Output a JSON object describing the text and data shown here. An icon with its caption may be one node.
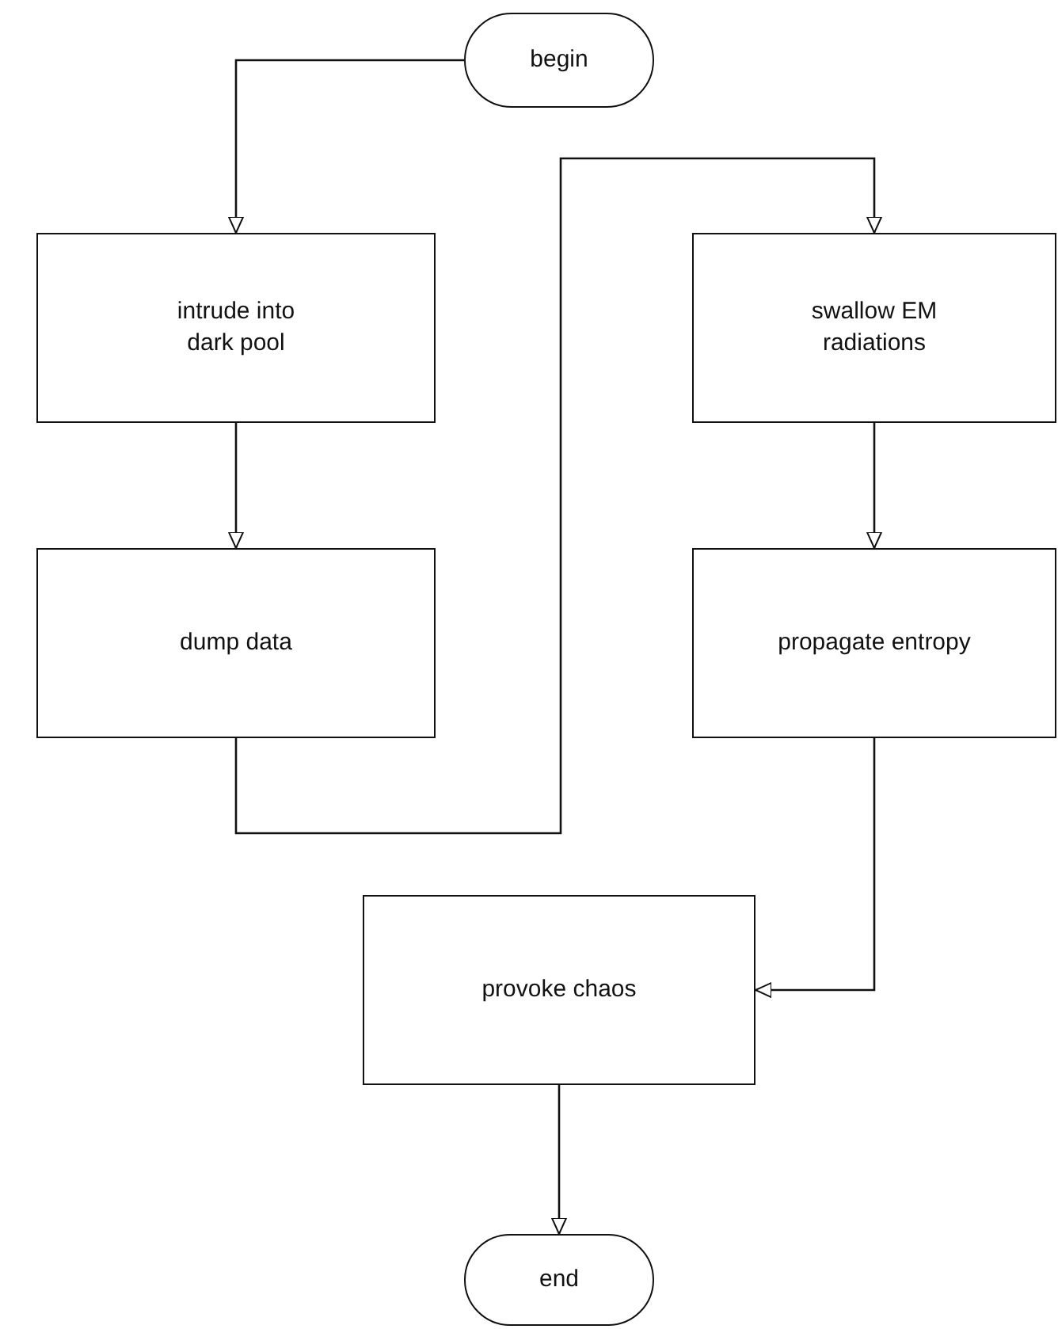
{
  "diagram": {
    "nodes": [
      {
        "text": [
          "begin"
        ]
      },
      {
        "text": [
          "intrude into dark pool"
        ]
      },
      {
        "text": [
          "dump data"
        ]
      },
      {
        "text": [
          "swallow EM radiations"
        ]
      },
      {
        "text": [
          "propagate entropy"
        ]
      },
      {
        "text": [
          "provoke chaos"
        ]
      },
      {
        "text": [
          "end"
        ]
      }
    ],
    "edges": [
      {
        "from": 0,
        "to": 1,
        "arrow": "to"
      },
      {
        "from": 1,
        "to": 2,
        "arrow": "to"
      },
      {
        "from": 2,
        "to": 3,
        "arrow": "to"
      },
      {
        "from": 3,
        "to": 4,
        "arrow": "to"
      },
      {
        "from": 4,
        "to": 5,
        "arrow": "to"
      },
      {
        "from": 5,
        "to": 6,
        "arrow": "to"
      }
    ]
  }
}
